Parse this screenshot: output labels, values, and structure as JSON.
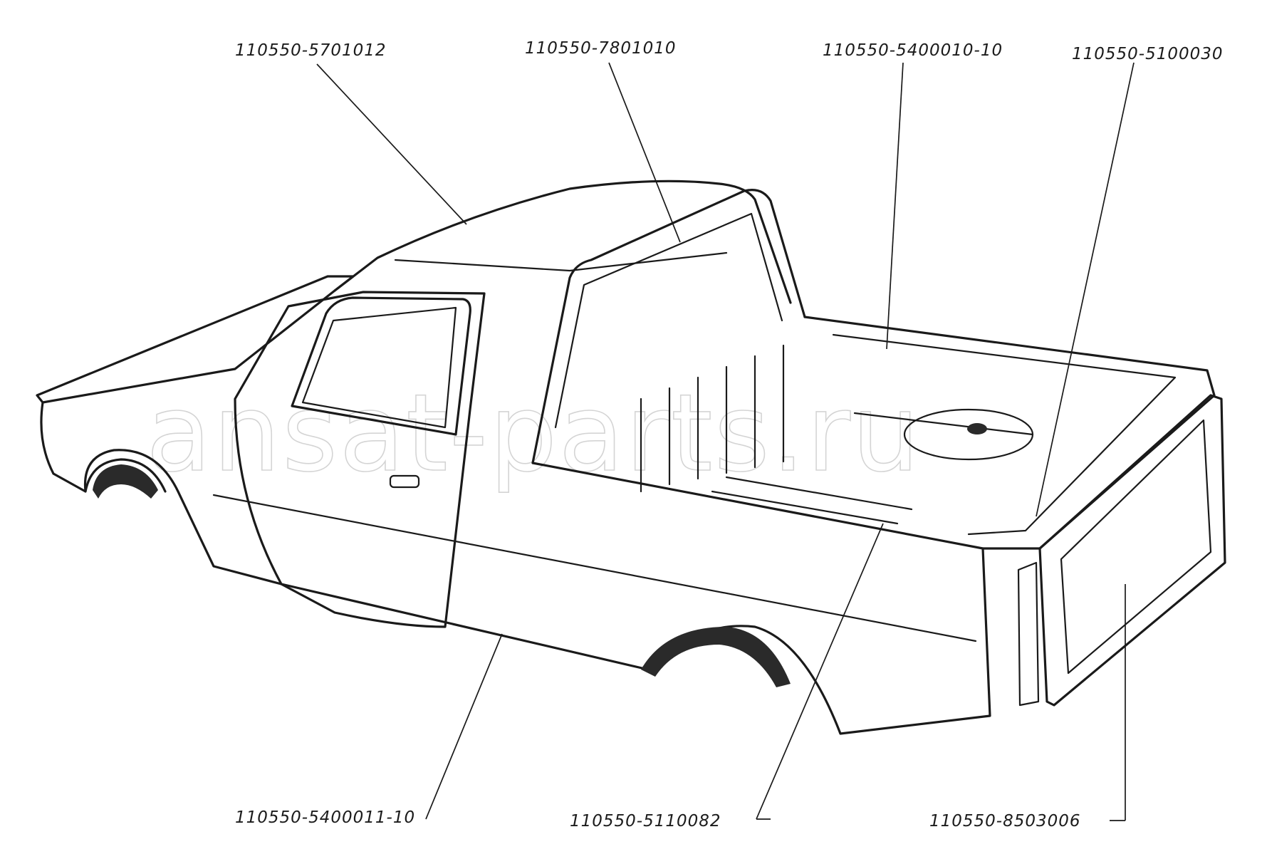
{
  "diagram": {
    "watermark": "ansat-parts.ru",
    "callouts": [
      {
        "id": "roof",
        "part_number": "110550-5701012"
      },
      {
        "id": "rear-window",
        "part_number": "110550-7801010"
      },
      {
        "id": "cargo-box",
        "part_number": "110550-5400010-10"
      },
      {
        "id": "tailgate",
        "part_number": "110550-5100030"
      },
      {
        "id": "side-panel",
        "part_number": "110550-5400011-10"
      },
      {
        "id": "floor",
        "part_number": "110550-5110082"
      },
      {
        "id": "rear-panel",
        "part_number": "110550-8503006"
      }
    ]
  }
}
